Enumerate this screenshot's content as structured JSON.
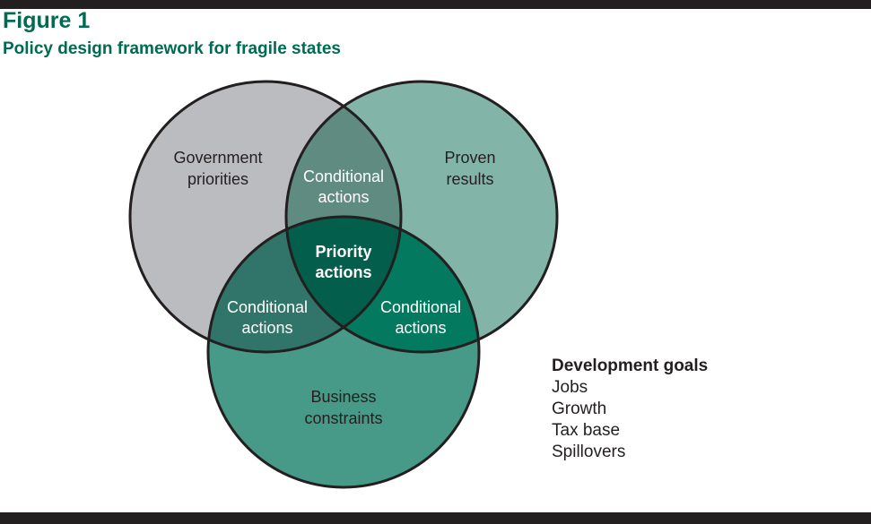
{
  "figure": {
    "label": "Figure 1",
    "title": "Policy design framework for fragile states"
  },
  "venn": {
    "government": {
      "line1": "Government",
      "line2": "priorities",
      "color": "#bbbcbf"
    },
    "proven": {
      "line1": "Proven",
      "line2": "results",
      "color": "#82b5a7"
    },
    "business": {
      "line1": "Business",
      "line2": "constraints",
      "color": "#479a87"
    },
    "gov_proven": {
      "line1": "Conditional",
      "line2": "actions",
      "color": "#5f8b80"
    },
    "gov_business": {
      "line1": "Conditional",
      "line2": "actions",
      "color": "#31756a"
    },
    "proven_business": {
      "line1": "Conditional",
      "line2": "actions",
      "color": "#037a5f"
    },
    "center": {
      "line1": "Priority",
      "line2": "actions",
      "color": "#035e4b"
    }
  },
  "goals": {
    "heading": "Development goals",
    "items": [
      "Jobs",
      "Growth",
      "Tax base",
      "Spillovers"
    ]
  }
}
